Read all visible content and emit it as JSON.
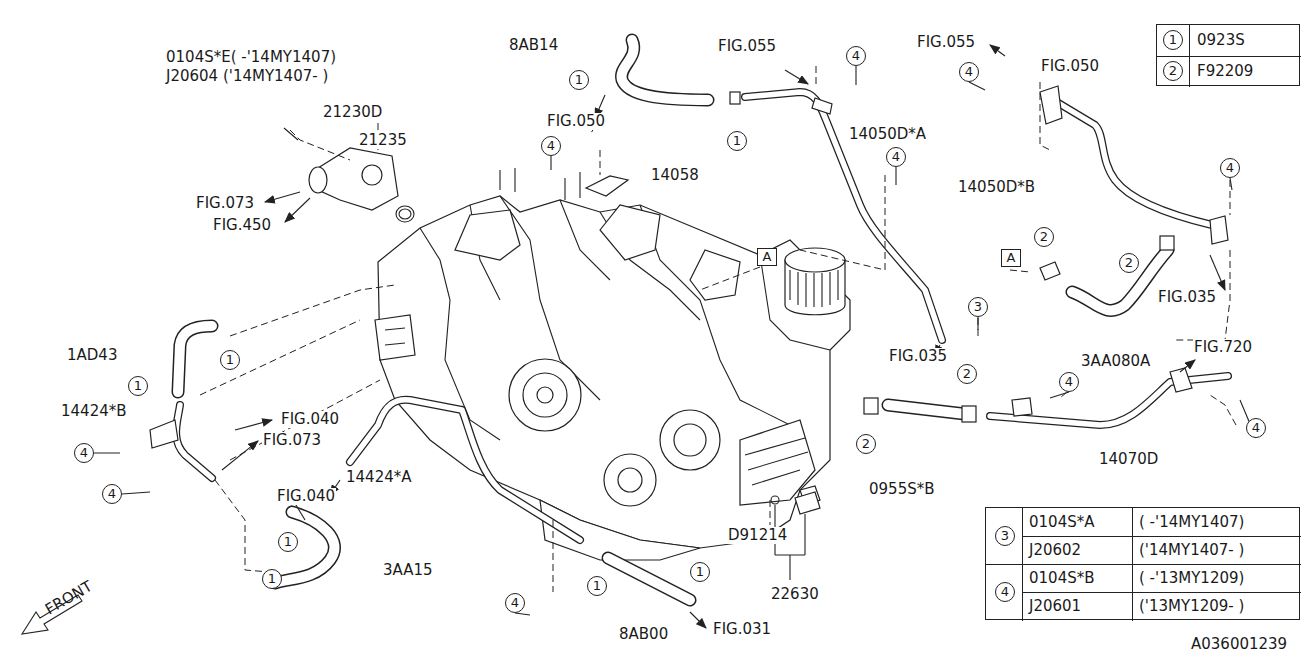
{
  "diagram": {
    "nodes": [
      {
        "text": [
          "0923S",
          "F92209"
        ]
      },
      {
        "text": [
          "1"
        ],
        "in": 0
      },
      {
        "text": [
          "2"
        ],
        "in": 0
      },
      {
        "text": [
          "4"
        ]
      },
      {
        "text": [
          "4"
        ]
      },
      {
        "text": [
          "1"
        ]
      },
      {
        "text": [
          "1"
        ]
      },
      {
        "text": [
          "4"
        ]
      },
      {
        "text": [
          "4"
        ]
      },
      {
        "text": [
          "4"
        ]
      },
      {
        "text": [
          "2"
        ]
      },
      {
        "text": [
          "A"
        ]
      },
      {
        "text": [
          "A"
        ]
      },
      {
        "text": [
          "2"
        ]
      },
      {
        "text": [
          "3"
        ]
      },
      {
        "text": [
          "1"
        ]
      },
      {
        "text": [
          "2"
        ]
      },
      {
        "text": [
          "4"
        ]
      },
      {
        "text": [
          "1"
        ]
      },
      {
        "text": [
          "4"
        ]
      },
      {
        "text": [
          "2"
        ]
      },
      {
        "text": [
          "4"
        ]
      },
      {
        "text": [
          "4"
        ]
      },
      {
        "text": [
          "1"
        ]
      },
      {
        "text": [
          "1"
        ]
      },
      {
        "text": [
          "1"
        ]
      },
      {
        "text": [
          "1"
        ]
      },
      {
        "text": [
          "4"
        ]
      },
      {
        "text": [
          "0104S*A",
          "( -'14MY1407)",
          "J20602",
          "('14MY1407- )",
          "0104S*B",
          "( -'13MY1209)",
          "J20601",
          "('13MY1209- )"
        ]
      },
      {
        "text": [
          "3"
        ],
        "in": 28
      },
      {
        "text": [
          "4"
        ],
        "in": 28
      }
    ],
    "labels": [
      "0104S*E( -'14MY1407)",
      "J20604 ('14MY1407- )",
      "8AB14",
      "FIG.055",
      "FIG.055",
      "FIG.050",
      "21230D",
      "21235",
      "FIG.050",
      "14050D*A",
      "14058",
      "14050D*B",
      "FIG.073",
      "FIG.450",
      "FIG.035",
      "FIG.720",
      "1AD43",
      "FIG.035",
      "3AA080A",
      "14424*B",
      "FIG.040",
      "FIG.073",
      "14070D",
      "14424*A",
      "0955S*B",
      "FIG.040",
      "D91214",
      "3AA15",
      "22630",
      "8AB00",
      "FIG.031",
      "A036001239",
      "FRONT"
    ]
  }
}
